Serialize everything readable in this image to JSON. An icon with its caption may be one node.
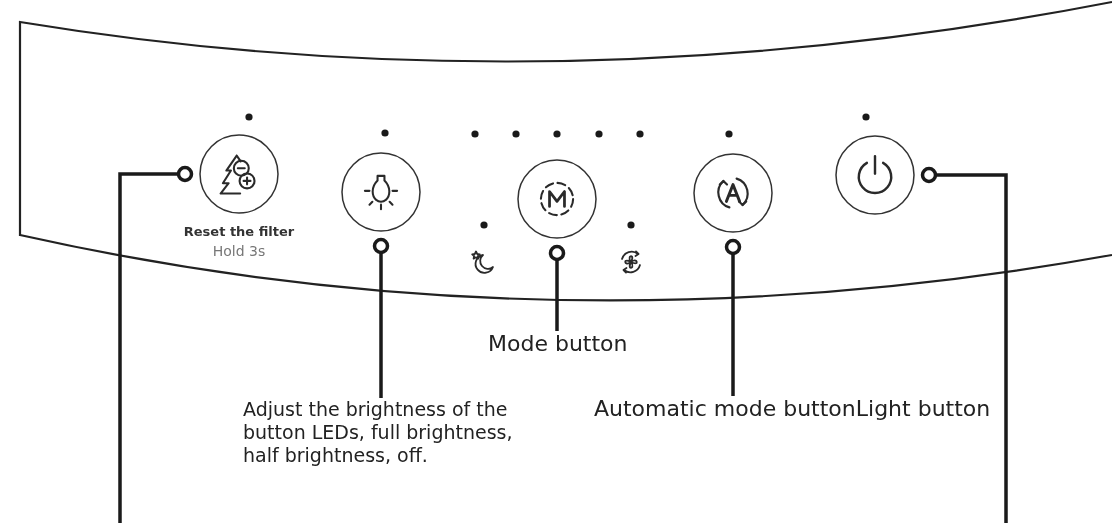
{
  "diagram": {
    "nodes": [
      {
        "text": [],
        "shape": "circle",
        "beside": [
          "Reset the filter",
          "Hold 3s"
        ]
      },
      {
        "text": [],
        "shape": "circle"
      },
      {
        "text": [],
        "shape": "circle"
      },
      {
        "text": [],
        "shape": "circle"
      },
      {
        "text": [],
        "shape": "circle"
      },
      {
        "text": [
          "Mode button"
        ]
      },
      {
        "text": [
          "Automatic mode buttonLight button"
        ]
      },
      {
        "text": [
          "Adjust the brightness of the button LEDs, full brightness, half brightness, off."
        ]
      }
    ],
    "edges": [
      {
        "from": null,
        "to": 0,
        "arrow": "other"
      },
      {
        "from": 7,
        "to": 1,
        "arrow": "other"
      },
      {
        "from": 5,
        "to": 2,
        "arrow": "other"
      },
      {
        "from": 6,
        "to": 3,
        "arrow": "other"
      },
      {
        "from": null,
        "to": 4,
        "arrow": "other"
      }
    ]
  }
}
